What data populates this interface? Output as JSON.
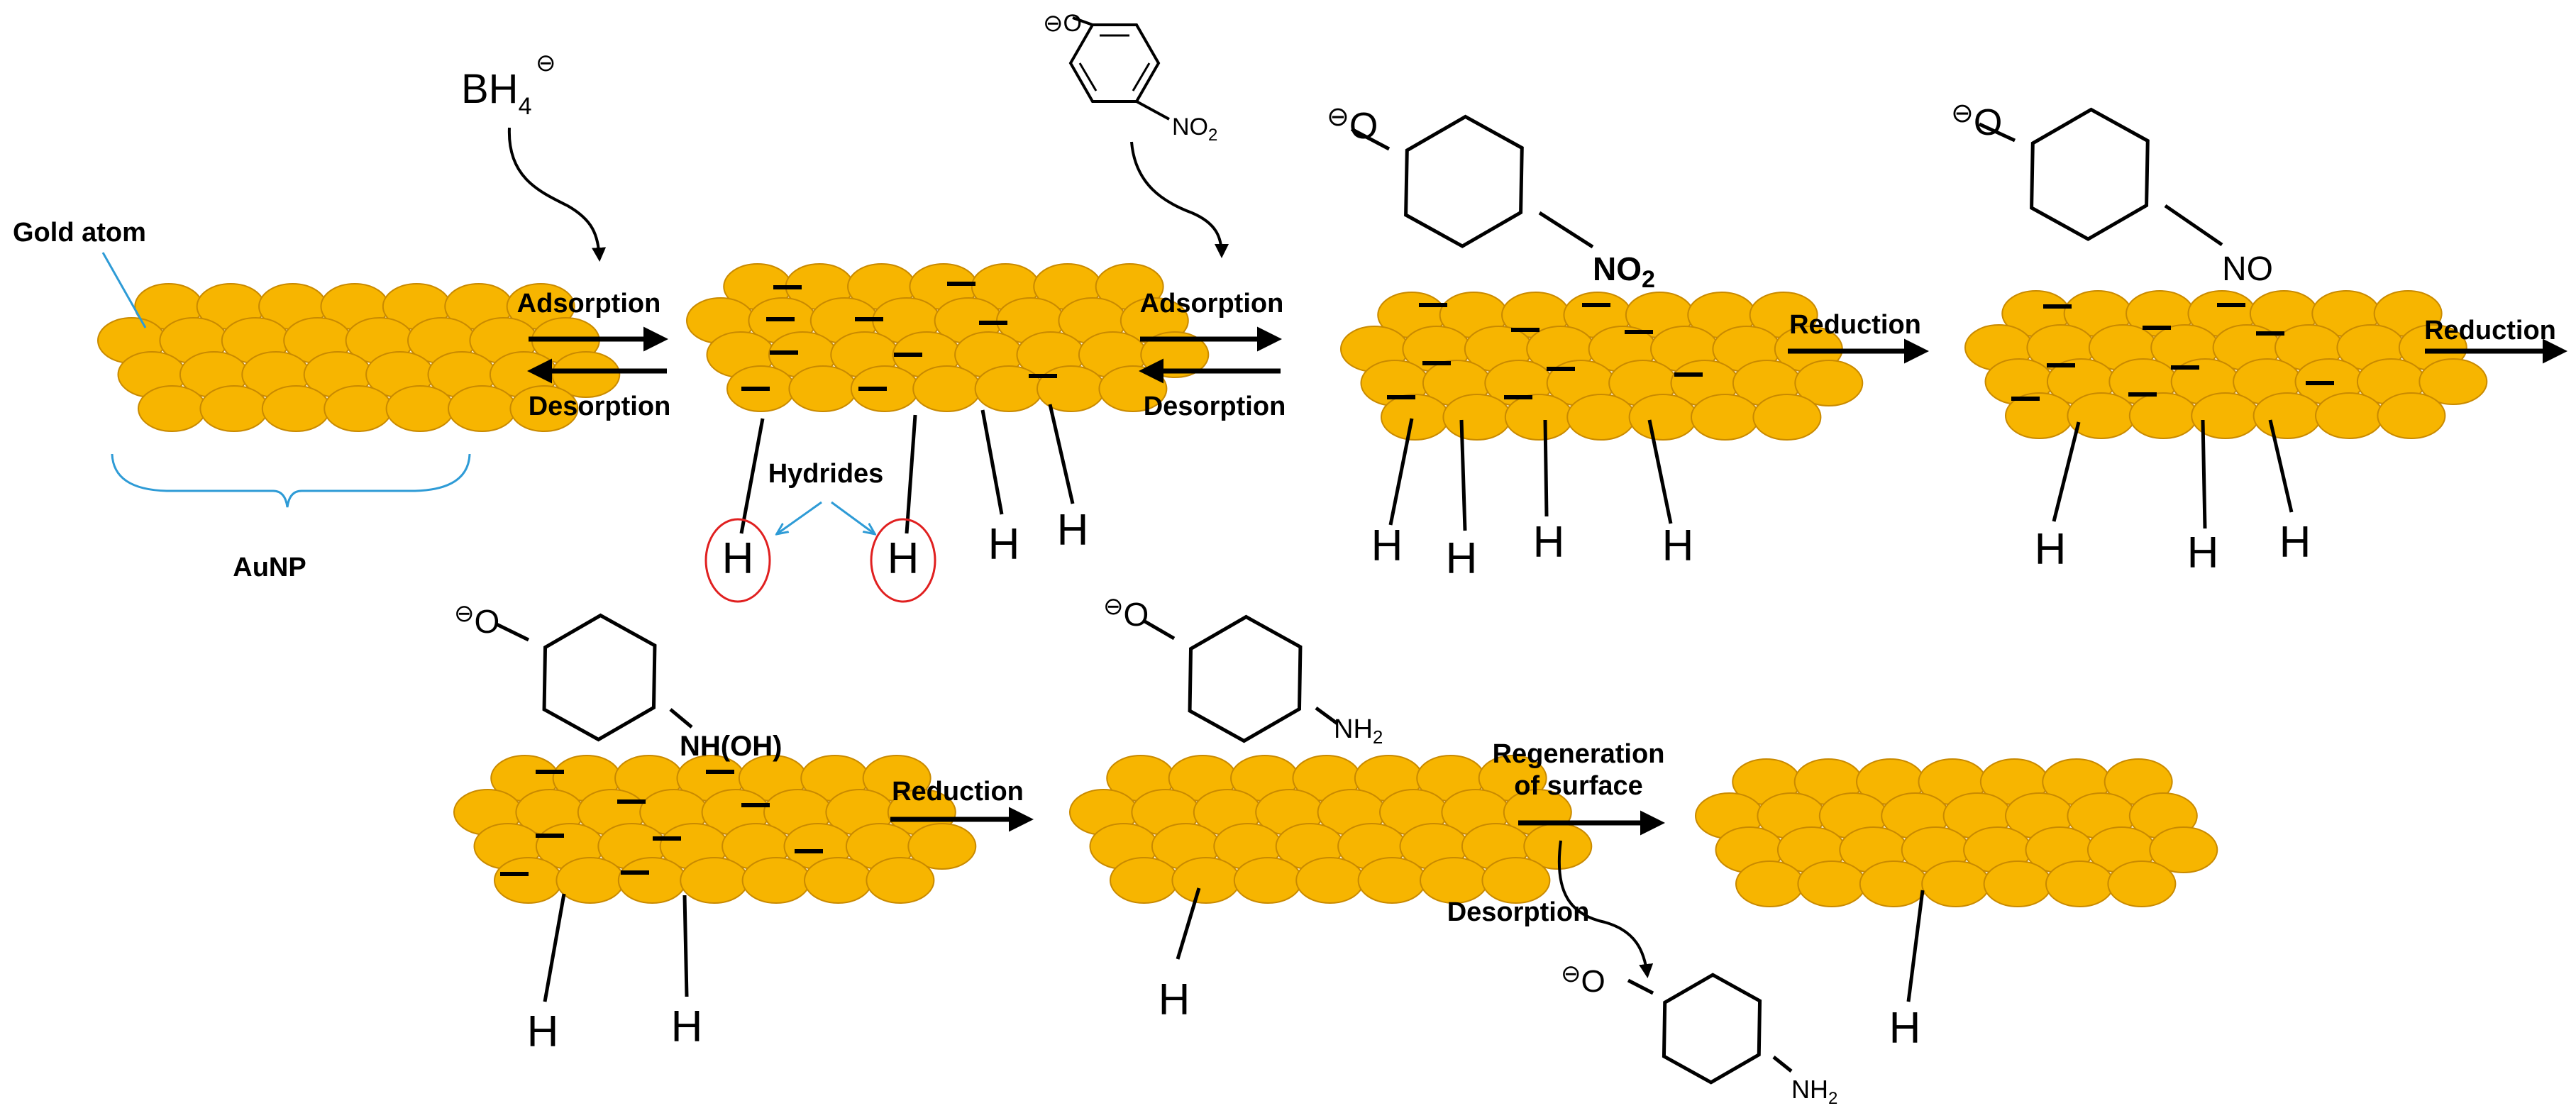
{
  "labels": {
    "gold_atom": "Gold atom",
    "aunp": "AuNP",
    "hydrides": "Hydrides",
    "adsorption": "Adsorption",
    "desorption": "Desorption",
    "reduction": "Reduction",
    "regeneration_line1": "Regeneration",
    "regeneration_line2": "of surface"
  },
  "species": {
    "borohydride_main": "BH",
    "borohydride_sub": "4",
    "borohydride_charge": "⊖",
    "phenolate_charge": "⊖",
    "phenolate_o": "O",
    "nitro_main": "NO",
    "nitro_sub": "2",
    "nitroso": "NO",
    "hydroxylamine": "NH(OH)",
    "amine_main": "NH",
    "amine_sub": "2",
    "hydrogen": "H"
  },
  "colors": {
    "gold": "#F7B500",
    "gold_edge": "#C98A00",
    "minus": "#000000",
    "highlight_circle": "#E02020",
    "pointer_blue": "#2E9BD6"
  }
}
